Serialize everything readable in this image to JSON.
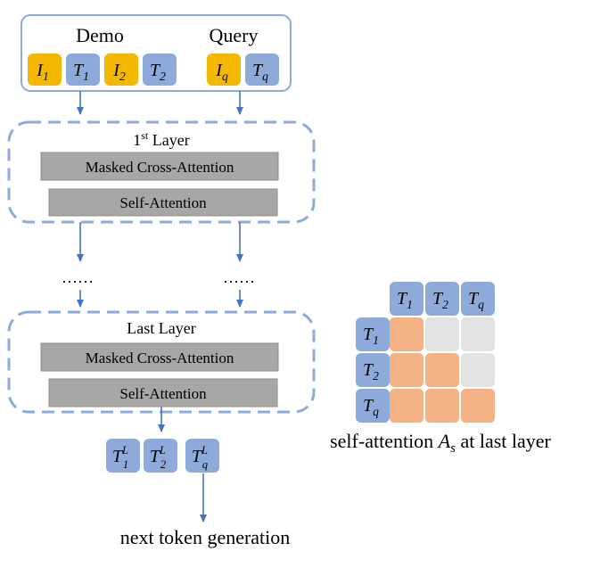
{
  "input_box": {
    "demo_label": "Demo",
    "query_label": "Query",
    "demo_tokens": [
      {
        "kind": "image",
        "base": "I",
        "sub": "1"
      },
      {
        "kind": "text",
        "base": "T",
        "sub": "1"
      },
      {
        "kind": "image",
        "base": "I",
        "sub": "2"
      },
      {
        "kind": "text",
        "base": "T",
        "sub": "2"
      }
    ],
    "query_tokens": [
      {
        "kind": "image",
        "base": "I",
        "sub": "q"
      },
      {
        "kind": "text",
        "base": "T",
        "sub": "q"
      }
    ]
  },
  "first_layer": {
    "title_prefix": "1",
    "title_sup": "st",
    "title_suffix": " Layer",
    "cross_attention": "Masked Cross-Attention",
    "self_attention": "Self-Attention"
  },
  "ellipsis_left": "……",
  "ellipsis_right": "……",
  "last_layer": {
    "title": "Last Layer",
    "cross_attention": "Masked Cross-Attention",
    "self_attention": "Self-Attention"
  },
  "output_tokens": [
    {
      "base": "T",
      "sub": "1",
      "sup": "L"
    },
    {
      "base": "T",
      "sub": "2",
      "sup": "L"
    },
    {
      "base": "T",
      "sub": "q",
      "sup": "L"
    }
  ],
  "next_token_label": "next token generation",
  "attention_matrix": {
    "column_tokens": [
      {
        "base": "T",
        "sub": "1"
      },
      {
        "base": "T",
        "sub": "2"
      },
      {
        "base": "T",
        "sub": "q"
      }
    ],
    "row_tokens": [
      {
        "base": "T",
        "sub": "1"
      },
      {
        "base": "T",
        "sub": "2"
      },
      {
        "base": "T",
        "sub": "q"
      }
    ],
    "mask": [
      [
        1,
        0,
        0
      ],
      [
        1,
        1,
        0
      ],
      [
        1,
        1,
        1
      ]
    ],
    "caption_prefix": "self-attention ",
    "caption_symbol": "A",
    "caption_sub": "s",
    "caption_suffix": " at last layer"
  },
  "colors": {
    "image_token": "#f5b800",
    "text_token": "#8eaadb",
    "attended": "#f4b183",
    "masked": "#e3e3e3",
    "frame": "#8eaadb",
    "arrow": "#4472c4"
  }
}
